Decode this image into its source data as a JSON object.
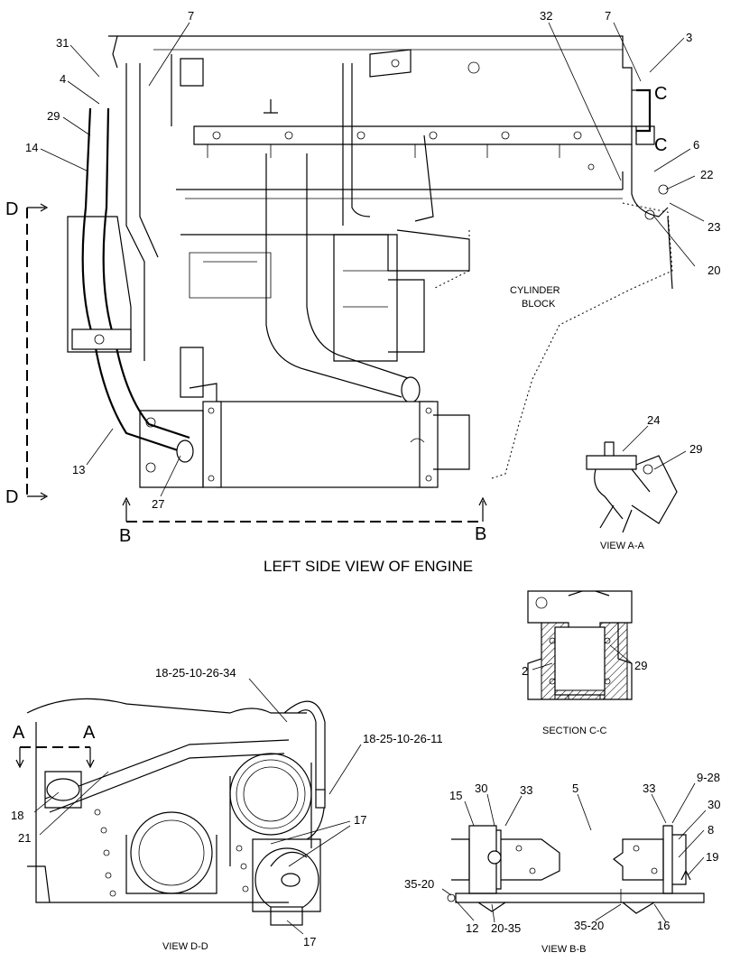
{
  "main_view": {
    "title": "LEFT SIDE VIEW OF ENGINE",
    "block_label_1": "CYLINDER",
    "block_label_2": "BLOCK",
    "callouts": {
      "c7a": "7",
      "c31": "31",
      "c4": "4",
      "c29": "29",
      "c14": "14",
      "c32": "32",
      "c7b": "7",
      "c3": "3",
      "c6": "6",
      "c22": "22",
      "c23": "23",
      "c20": "20",
      "c13": "13",
      "c27": "27"
    },
    "section_marks": {
      "d_top": "D",
      "d_bottom": "D",
      "b_left": "B",
      "b_right": "B",
      "c_top": "C",
      "c_bottom": "C"
    }
  },
  "view_a": {
    "caption": "VIEW A-A",
    "c24": "24",
    "c29": "29"
  },
  "section_c": {
    "caption": "SECTION C-C",
    "c2": "2",
    "c29": "29"
  },
  "view_d": {
    "caption": "VIEW D-D",
    "a_left": "A",
    "a_right": "A",
    "c_upper": "18-25-10-26-34",
    "c_right": "18-25-10-26-11",
    "c18": "18",
    "c21": "21",
    "c17a": "17",
    "c17b": "17"
  },
  "view_b": {
    "caption": "VIEW B-B",
    "c15": "15",
    "c30a": "30",
    "c33a": "33",
    "c5": "5",
    "c33b": "33",
    "c928": "9-28",
    "c30b": "30",
    "c8": "8",
    "c19": "19",
    "c3520a": "35-20",
    "c12": "12",
    "c2035": "20-35",
    "c3520b": "35-20",
    "c16": "16"
  }
}
